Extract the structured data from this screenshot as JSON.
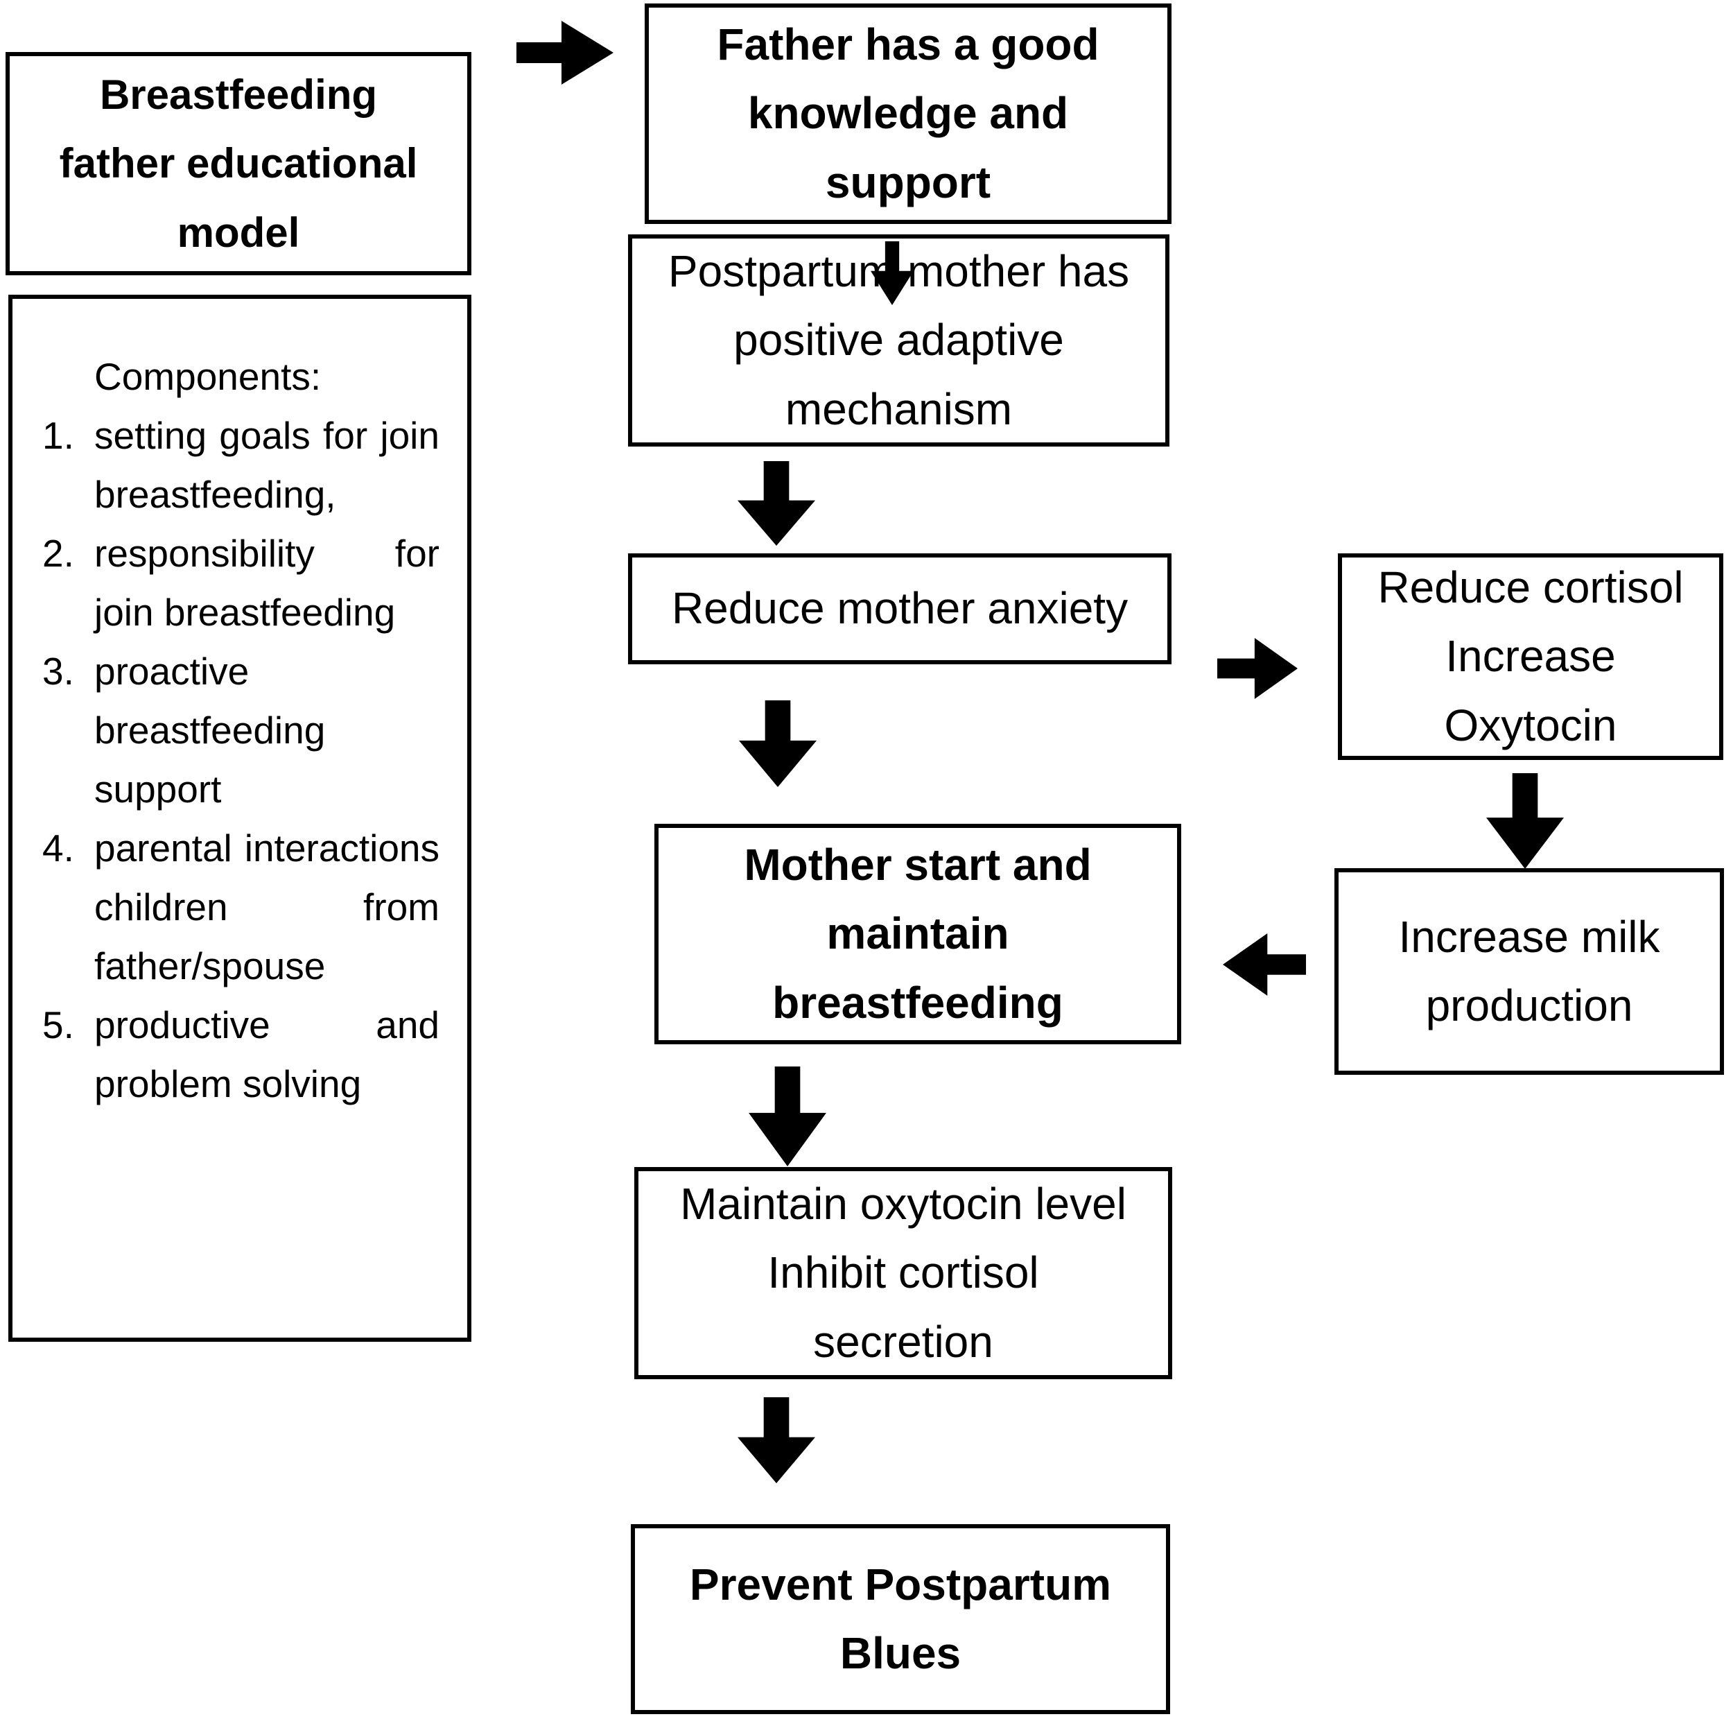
{
  "diagram": {
    "colors": {
      "ink": "#000000",
      "background": "#ffffff"
    },
    "left_column": {
      "model_box": "Breastfeeding\nfather educational\nmodel",
      "components": {
        "heading": "Components:",
        "items": [
          {
            "num": "1.",
            "text": "setting goals for join breastfeeding,"
          },
          {
            "num": "2.",
            "text": "responsibility for join breastfeeding"
          },
          {
            "num": "3.",
            "text": "proactive breastfeeding support"
          },
          {
            "num": "4.",
            "text": "parental interactions children from father/spouse"
          },
          {
            "num": "5.",
            "text": "productive and problem solving"
          }
        ]
      }
    },
    "center_column": {
      "father_box": "Father has a good\nknowledge and\nsupport",
      "postpartum_box": "Postpartum mother has\npositive adaptive\nmechanism",
      "anxiety_box": "Reduce mother anxiety",
      "mother_box": "Mother start and\nmaintain\nbreastfeeding",
      "maintain_box": "Maintain oxytocin level\nInhibit cortisol\nsecretion",
      "prevent_box": "Prevent Postpartum\nBlues"
    },
    "right_column": {
      "cortisol_box": "Reduce cortisol\nIncrease\nOxytocin",
      "milk_box": "Increase milk\nproduction"
    }
  }
}
